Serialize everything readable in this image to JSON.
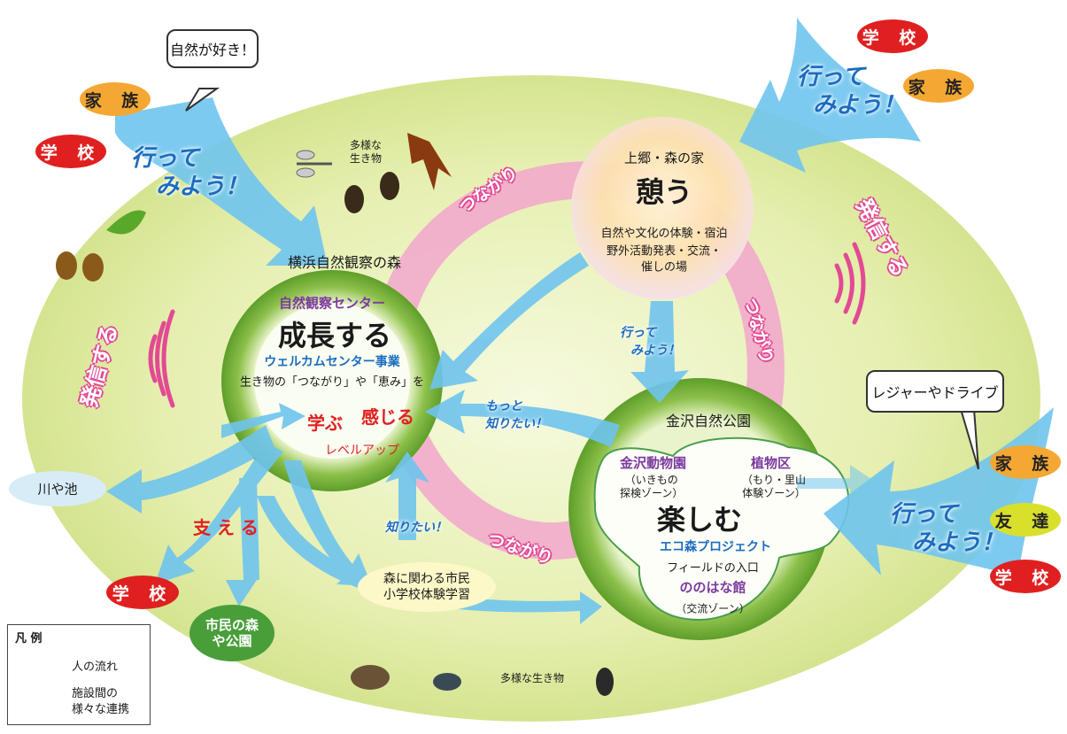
{
  "speech": {
    "love_nature": "自然が好き！",
    "leisure": "レジャーやドライブ"
  },
  "visitors": {
    "left": {
      "family": "家 族",
      "school": "学 校",
      "arrow_text_1": "行って",
      "arrow_text_2": "みよう！"
    },
    "top_right": {
      "school": "学 校",
      "family": "家 族",
      "arrow_text_1": "行って",
      "arrow_text_2": "みよう！"
    },
    "right": {
      "family": "家 族",
      "friends": "友 達",
      "school": "学 校",
      "arrow_text_1": "行って",
      "arrow_text_2": "みよう！"
    }
  },
  "broadcast": {
    "left": "発信する",
    "right": "発信する"
  },
  "forest_label": "横浜自然観察の森",
  "center_facility": {
    "name": "自然観察センター",
    "main_verb": "成長する",
    "program": "ウェルカムセンター事業",
    "desc": "生き物の「つながり」や「恵み」を",
    "learn": "学ぶ",
    "feel": "感じる",
    "level_up": "レベルアップ"
  },
  "kamigo": {
    "name": "上郷・森の家",
    "main_verb": "憩う",
    "desc_1": "自然や文化の体験・宿泊",
    "desc_2": "野外活動発表・交流・",
    "desc_3": "催しの場"
  },
  "kanazawa": {
    "park_label": "金沢自然公園",
    "zoo": "金沢動物園",
    "zoo_zone": "（いきもの\n探検ゾーン）",
    "botanical": "植物区",
    "botanical_zone": "（もり・里山\n体験ゾーン）",
    "main_verb": "楽しむ",
    "project": "エコ森プロジェクト",
    "field_entry": "フィールドの入口",
    "nonohana": "ののはな館",
    "nonohana_zone": "（交流ゾーン）"
  },
  "connections": {
    "top": "つながり",
    "right": "つながり",
    "bottom": "つながり"
  },
  "flows": {
    "lets_go_1": "行って",
    "lets_go_2": "みよう！",
    "want_more_1": "もっと",
    "want_more_2": "知りたい！",
    "want_to_know": "知りたい！",
    "support": "支 え る"
  },
  "destinations": {
    "river": "川や池",
    "school": "学 校",
    "citizen_forest": "市民の森\nや公園",
    "citizens": "森に関わる市民\n小学校体験学習"
  },
  "biodiversity": {
    "top": "多様な\n生き物",
    "bottom": "多様な生き物"
  },
  "legend": {
    "title": "凡 例",
    "flow": "人の流れ",
    "link_1": "施設間の",
    "link_2": "様々な連携"
  },
  "colors": {
    "flow_blue": "#6fc4ee",
    "link_pink": "#f2a6cc",
    "green_ring": "#7cb83a",
    "red_badge": "#e02020",
    "orange_badge": "#f4a732",
    "yellow_badge": "#d9e02c"
  }
}
